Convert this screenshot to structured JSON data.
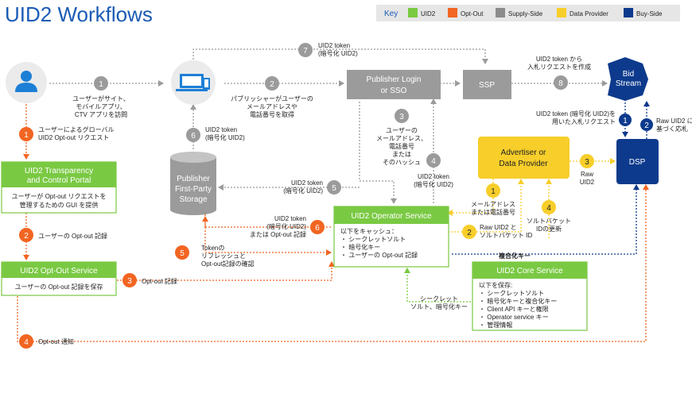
{
  "title": "UID2 Workflows",
  "key": {
    "label": "Key",
    "items": [
      {
        "label": "UID2",
        "color": "#7ac943"
      },
      {
        "label": "Opt-Out",
        "color": "#f26522"
      },
      {
        "label": "Supply-Side",
        "color": "#8c8c8c"
      },
      {
        "label": "Data Provider",
        "color": "#f7ce2a"
      },
      {
        "label": "Buy-Side",
        "color": "#0d3a8c"
      }
    ]
  },
  "colors": {
    "green": "#7ac943",
    "orange": "#f26522",
    "gray": "#9b9b9b",
    "yellow": "#f7ce2a",
    "navy": "#0d3a8c",
    "user_blue": "#1c7fd6"
  },
  "icons": {
    "user": "user-icon",
    "devices": "devices-icon",
    "storage": "database-icon",
    "bid_stream": "bid-stream-icon"
  },
  "nodes": {
    "publisher_login": [
      "Publisher Login",
      "or SSO"
    ],
    "ssp": "SSP",
    "bid_stream": [
      "Bid",
      "Stream"
    ],
    "dsp": "DSP",
    "advertiser": [
      "Advertiser or",
      "Data Provider"
    ],
    "storage": [
      "Publisher",
      "First-Party",
      "Storage"
    ],
    "tcp": {
      "title": [
        "UID2 Transparency",
        "and Control Portal"
      ],
      "body": [
        "ユーザーが Opt-out リクエストを",
        "管理するための GUI を提供"
      ]
    },
    "optout_service": {
      "title": "UID2 Opt-Out Service",
      "body": "ユーザーの Opt-out 記録を保存"
    },
    "operator_service": {
      "title": "UID2 Operator Service",
      "body": [
        "以下をキャッシュ：",
        "・ シークレットソルト",
        "・ 暗号化キー",
        "・ ユーザーの Opt-out 記録"
      ]
    },
    "core_service": {
      "title": "UID2 Core Service",
      "body": [
        "以下を保存:",
        "・ シークレットソルト",
        "・ 暗号化キーと複合化キー",
        "・ Client API キーと権限",
        "・ Operator service キー",
        "・ 管理情報"
      ]
    }
  },
  "steps": {
    "g1": {
      "num": "1",
      "text": [
        "ユーザーがサイト、",
        "モバイルアプリ、",
        "CTV アプリを訪問"
      ]
    },
    "g2": {
      "num": "2",
      "text": [
        "パブリッシャーがユーザーの",
        "メールアドレスや",
        "電話番号を取得"
      ]
    },
    "g3": {
      "num": "3",
      "text": [
        "ユーザーの",
        "メールアドレス、",
        "電話番号",
        "または",
        "そのハッシュ"
      ]
    },
    "g4": {
      "num": "4",
      "text": [
        "UID2 token",
        "(暗号化 UID2)"
      ]
    },
    "g5": {
      "num": "5",
      "text": [
        "UID2 token",
        "(暗号化 UID2)"
      ]
    },
    "g6": {
      "num": "6",
      "text": [
        "UID2 token",
        "(暗号化 UID2)"
      ]
    },
    "g7": {
      "num": "7",
      "text": [
        "UID2 token",
        "(暗号化 UID2)"
      ]
    },
    "g8": {
      "num": "8",
      "text": [
        "UID2 token から",
        "入札リクエストを作成"
      ]
    },
    "b1": {
      "num": "1",
      "text": [
        "UID2 token (暗号化 UID2)を",
        "用いた入札リクエスト"
      ]
    },
    "b2": {
      "num": "2",
      "text": [
        "Raw UID2 に",
        "基づく応札"
      ]
    },
    "y1": {
      "num": "1",
      "text": [
        "メールアドレス",
        "または電話番号"
      ]
    },
    "y2": {
      "num": "2",
      "text": [
        "Raw UID2 と",
        "ソルトバケット ID"
      ]
    },
    "y3": {
      "num": "3",
      "text": [
        "Raw",
        "UID2"
      ]
    },
    "y4": {
      "num": "4",
      "text": [
        "ソルトバケット",
        "IDの更新"
      ]
    },
    "o1": {
      "num": "1",
      "text": [
        "ユーザーによるグローバル",
        "UID2 Opt-out リクエスト"
      ]
    },
    "o2": {
      "num": "2",
      "text": "ユーザーの Opt-out 記録"
    },
    "o3": {
      "num": "3",
      "text": "Opt-out 記録"
    },
    "o4": {
      "num": "4",
      "text": "Opt-out 通知"
    },
    "o5": {
      "num": "5",
      "text": [
        "Tokenの",
        "リフレッシュと",
        "Opt-out記録の確認"
      ]
    },
    "o6": {
      "num": "6",
      "text": [
        "UID2 token",
        "(暗号化 UID2)",
        "または Opt-out 記録"
      ]
    }
  },
  "flows": {
    "decrypt_keys": "複合化キー",
    "core_to_operator": [
      "シークレット",
      "ソルト、暗号化キー"
    ]
  }
}
